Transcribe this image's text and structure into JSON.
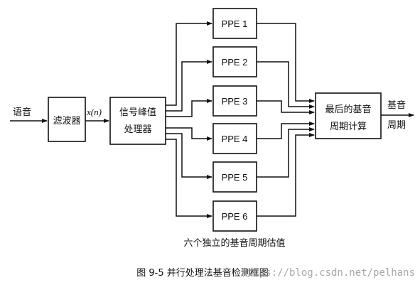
{
  "input_label": "语音",
  "filter_label": "滤波器",
  "signal_label": "x(n)",
  "peak_processor": {
    "line1": "信号峰值",
    "line2": "处理器"
  },
  "ppe_labels": [
    "PPE 1",
    "PPE 2",
    "PPE 3",
    "PPE 4",
    "PPE 5",
    "PPE 6"
  ],
  "final_block": {
    "line1": "最后的基音",
    "line2": "周期计算"
  },
  "output_label": {
    "line1": "基音",
    "line2": "周期"
  },
  "estimates_caption": "六个独立的基音周期估值",
  "figure_caption": "图 9-5   并行处理法基音检测框图",
  "watermark": "https://blog.csdn.net/pelhans"
}
